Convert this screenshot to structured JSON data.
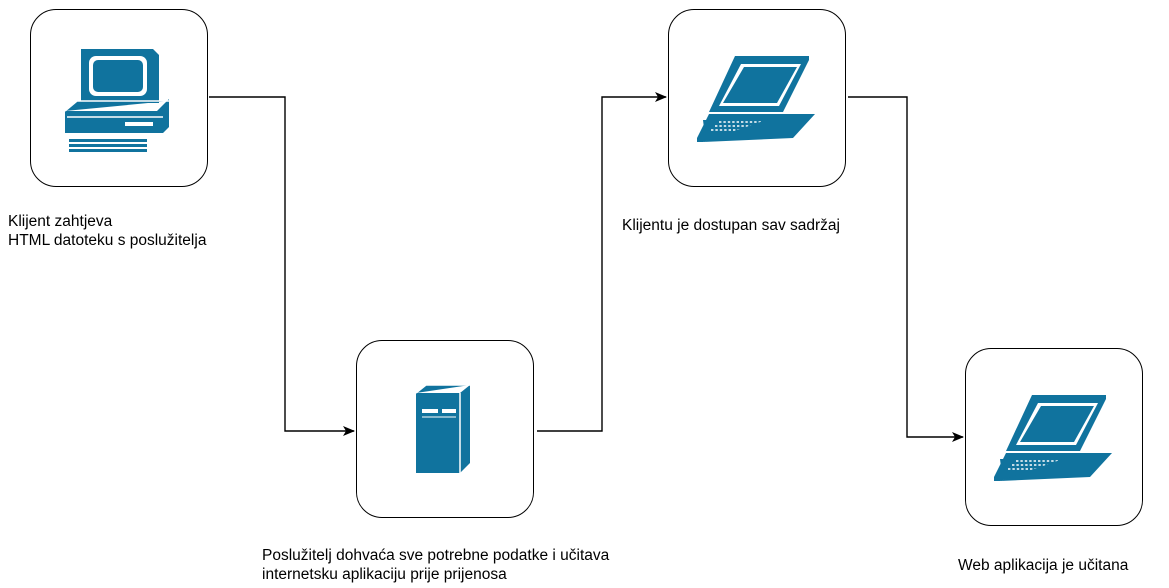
{
  "diagram": {
    "nodes": [
      {
        "id": "client-desktop",
        "icon": "desktop-computer-icon",
        "caption_lines": [
          "Klijent zahtjeva",
          "HTML datoteku s poslužitelja"
        ]
      },
      {
        "id": "server",
        "icon": "server-tower-icon",
        "caption_lines": [
          "Poslužitelj dohvaća sve potrebne podatke i učitava",
          "internetsku aplikaciju prije prijenosa"
        ]
      },
      {
        "id": "client-laptop",
        "icon": "laptop-icon",
        "caption_lines": [
          "Klijentu je dostupan sav sadržaj"
        ]
      },
      {
        "id": "web-app-laptop",
        "icon": "laptop-icon",
        "caption_lines": [
          "Web aplikacija je učitana"
        ]
      }
    ],
    "edges": [
      {
        "from": "client-desktop",
        "to": "server"
      },
      {
        "from": "server",
        "to": "client-laptop"
      },
      {
        "from": "client-laptop",
        "to": "web-app-laptop"
      }
    ],
    "colors": {
      "icon_fill": "#10739E",
      "line": "#000000"
    }
  }
}
